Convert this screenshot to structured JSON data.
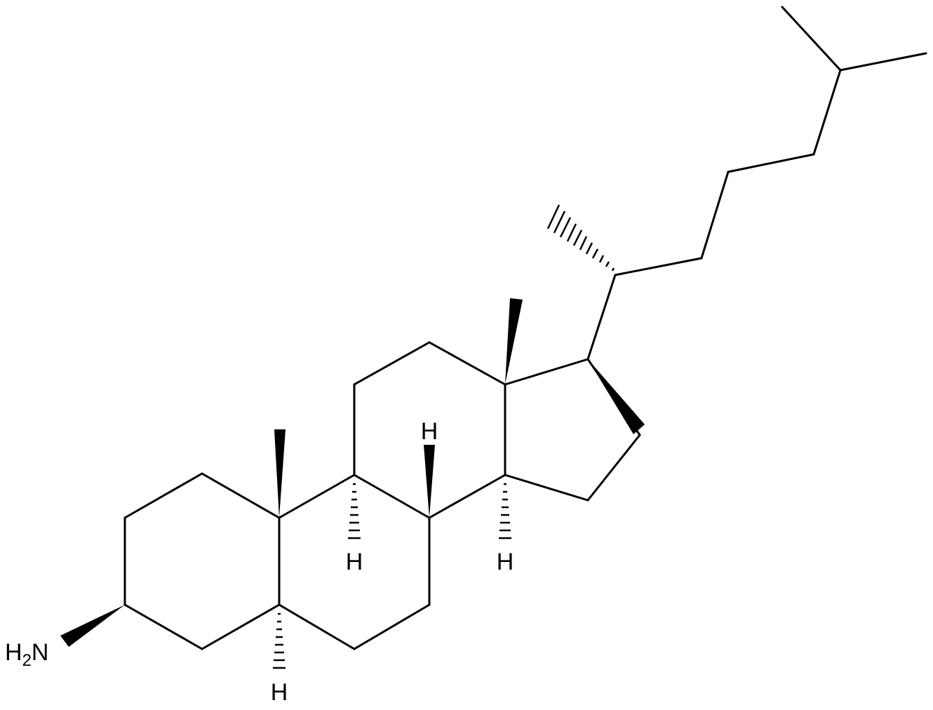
{
  "molecule": {
    "labels": {
      "h_top": "H",
      "h_c9": "H",
      "h_c14": "H",
      "h_c5": "H",
      "amine_h": "H",
      "amine_sub": "2",
      "amine_n": "N"
    }
  }
}
